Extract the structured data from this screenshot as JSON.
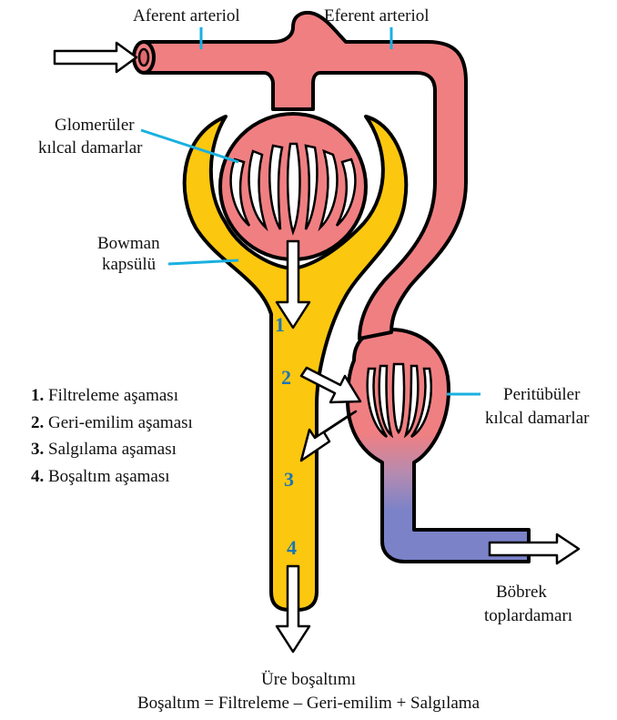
{
  "labels": {
    "afferent": "Aferent arteriol",
    "efferent": "Eferent arteriol",
    "glomerular_line1": "Glomerüler",
    "glomerular_line2": "kılcal damarlar",
    "bowman_line1": "Bowman",
    "bowman_line2": "kapsülü",
    "peritubular_line1": "Peritübüler",
    "peritubular_line2": "kılcal damarlar",
    "vein_line1": "Böbrek",
    "vein_line2": "toplardamarı"
  },
  "step_numbers": [
    "1",
    "2",
    "3",
    "4"
  ],
  "stages": [
    {
      "num": "1.",
      "text": "Filtreleme aşaması"
    },
    {
      "num": "2.",
      "text": "Geri-emilim aşaması"
    },
    {
      "num": "3.",
      "text": "Salgılama aşaması"
    },
    {
      "num": "4.",
      "text": "Boşaltım aşaması"
    }
  ],
  "caption": {
    "line1": "Üre boşaltımı",
    "line2": "Boşaltım = Filtreleme – Geri-emilim + Salgılama"
  },
  "colors": {
    "artery": "#f07f82",
    "artery_light": "#f29a9c",
    "vein": "#7b82c8",
    "tubule": "#fcc70f",
    "leader": "#1ab0e0",
    "number": "#1a76b5"
  }
}
